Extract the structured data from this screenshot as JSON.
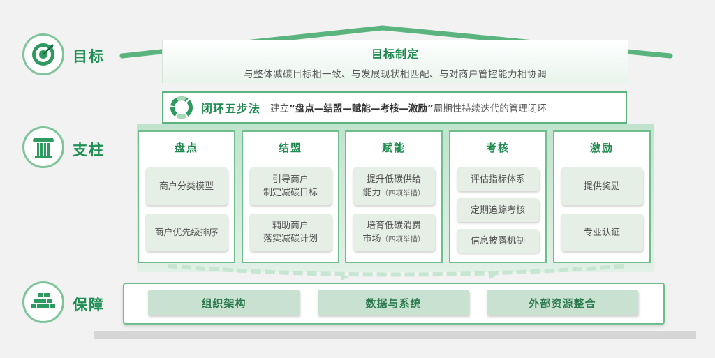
{
  "side": {
    "goal_label": "目标",
    "pillar_label": "支柱",
    "support_label": "保障"
  },
  "goal": {
    "title": "目标制定",
    "subtitle": "与整体减碳目标相一致、与发展现状相匹配、与对商户管控能力相协调"
  },
  "loop": {
    "title": "闭环五步法",
    "prefix": "建立",
    "steps": "“盘点—结盟—赋能—考核—激励”",
    "suffix": "周期性持续迭代的管理闭环"
  },
  "pillars": [
    {
      "title": "盘点",
      "items": [
        "商户分类模型",
        "商户优先级排序"
      ]
    },
    {
      "title": "结盟",
      "items": [
        "引导商户",
        "制定减碳目标",
        "辅助商户",
        "落实减碳计划"
      ]
    },
    {
      "title": "赋能",
      "items": [
        "提升低碳供给",
        "能力",
        "（四项举措）",
        "培育低碳消费",
        "市场",
        "（四项举措）"
      ]
    },
    {
      "title": "考核",
      "items": [
        "评估指标体系",
        "定期追踪考核",
        "信息披露机制"
      ]
    },
    {
      "title": "激励",
      "items": [
        "提供奖励",
        "专业认证"
      ]
    }
  ],
  "foundation": [
    "组织架构",
    "数据与系统",
    "外部资源整合"
  ],
  "colors": {
    "primary": "#1e8a4f",
    "accent": "#5bb47e",
    "light": "#e5efe6"
  }
}
